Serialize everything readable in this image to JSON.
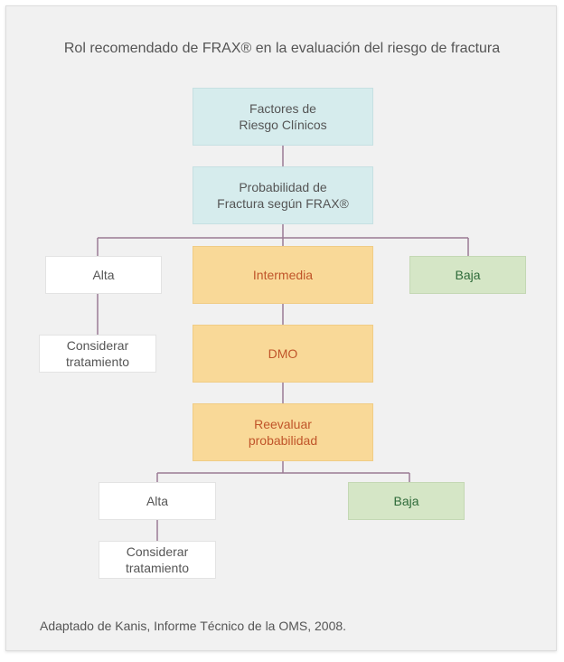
{
  "title": "Rol recomendado de FRAX® en la evaluación del riesgo de fractura",
  "nodes": {
    "factores": "Factores de\nRiesgo Clínicos",
    "probabilidad": "Probabilidad de\nFractura según FRAX®",
    "alta1": "Alta",
    "intermedia": "Intermedia",
    "baja1": "Baja",
    "considerar1": "Considerar\ntratamiento",
    "dmo": "DMO",
    "reevaluar": "Reevaluar\nprobabilidad",
    "alta2": "Alta",
    "baja2": "Baja",
    "considerar2": "Considerar\ntratamiento"
  },
  "source": "Adaptado de Kanis, Informe Técnico de la OMS, 2008.",
  "colors": {
    "connector": "#9b7a94",
    "teal": "#d6eced",
    "yellow": "#f9d998",
    "green": "#d5e6c6"
  }
}
